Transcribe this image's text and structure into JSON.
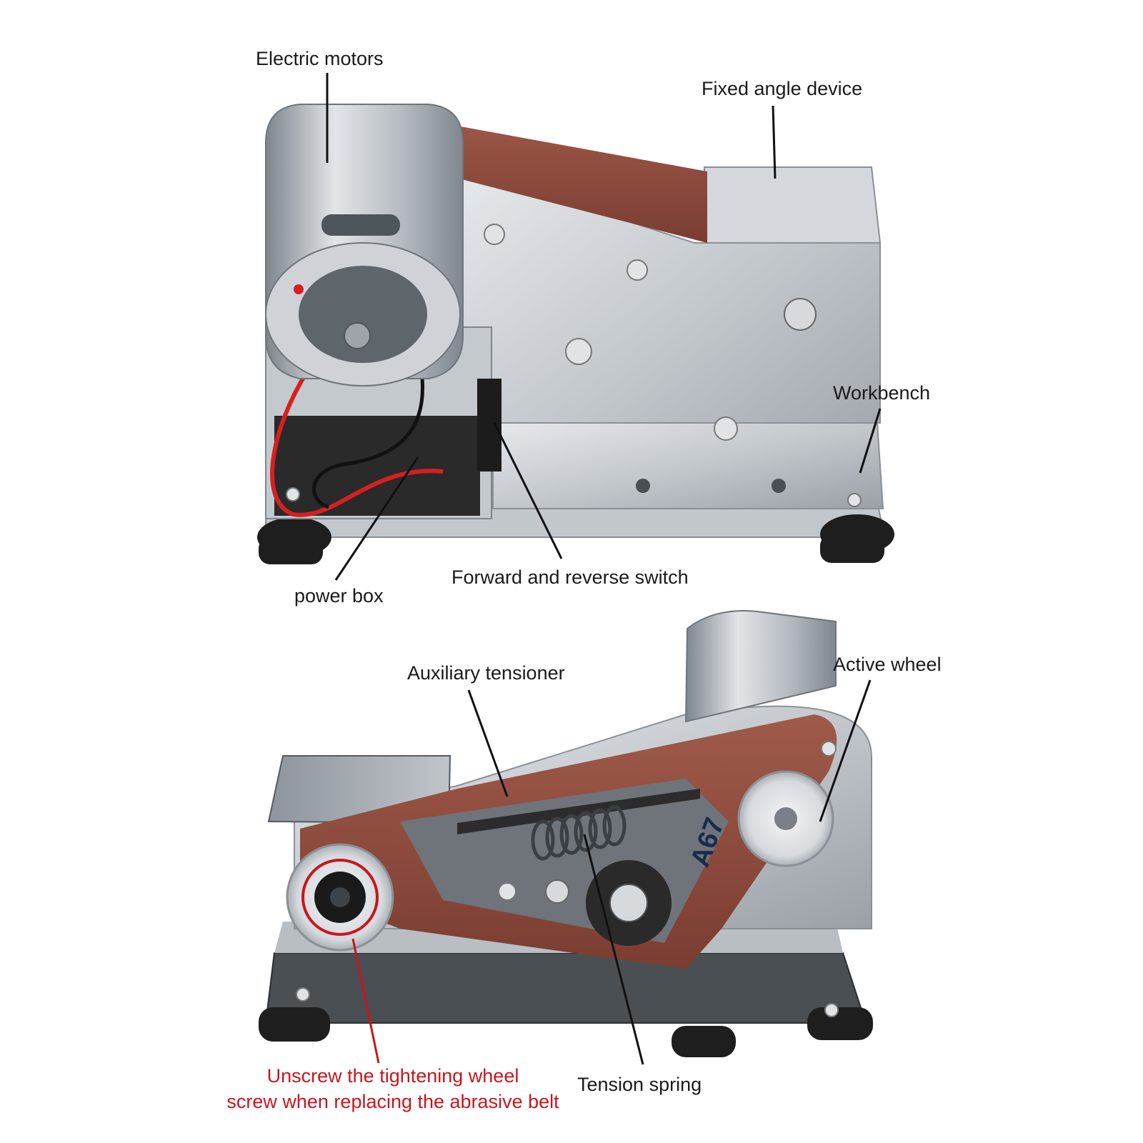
{
  "labels": {
    "electric_motors": "Electric motors",
    "fixed_angle_device": "Fixed angle device",
    "workbench": "Workbench",
    "forward_reverse_switch": "Forward and reverse switch",
    "power_box": "power box",
    "auxiliary_tensioner": "Auxiliary tensioner",
    "active_wheel": "Active wheel",
    "tension_spring": "Tension spring",
    "replace_note_line1": "Unscrew the tightening wheel",
    "replace_note_line2": "screw when replacing the abrasive belt"
  },
  "belt_marking": "A67",
  "colors": {
    "belt": "#8b4a3c",
    "steel": "#c9cdd1",
    "motor": "#b9bec3",
    "rubber_feet": "#1e1e1e",
    "callout_line": "#111111",
    "highlight": "#c8161d"
  }
}
